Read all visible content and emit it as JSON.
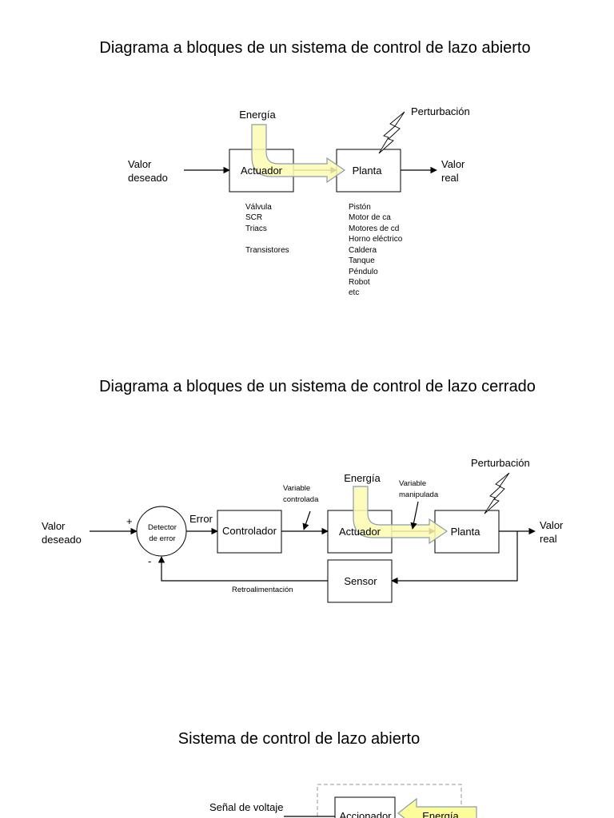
{
  "diagram1": {
    "title": "Diagrama a bloques de un sistema de control de lazo abierto",
    "input_label": [
      "Valor",
      "deseado"
    ],
    "output_label": [
      "Valor",
      "real"
    ],
    "energy_label": "Energía",
    "disturbance_label": "Perturbación",
    "actuator_label": "Actuador",
    "plant_label": "Planta",
    "actuator_examples": [
      "Válvula",
      "SCR",
      "Triacs",
      "",
      "Transistores"
    ],
    "plant_examples": [
      "Pistón",
      "Motor de ca",
      "Motores de cd",
      "Horno eléctrico",
      "Caldera",
      "Tanque",
      "Péndulo",
      "Robot",
      "etc"
    ]
  },
  "diagram2": {
    "title": "Diagrama a bloques de un sistema de control de lazo cerrado",
    "input_label": [
      "Valor",
      "deseado"
    ],
    "output_label": [
      "Valor",
      "real"
    ],
    "plus_sign": "+",
    "minus_sign": "-",
    "detector_label": [
      "Detector",
      "de error"
    ],
    "error_label": "Error",
    "controller_label": "Controlador",
    "controlled_var_label": [
      "Variable",
      "controlada"
    ],
    "manipulated_var_label": [
      "Variable",
      "manipulada"
    ],
    "energy_label": "Energía",
    "disturbance_label": "Perturbación",
    "actuator_label": "Actuador",
    "plant_label": "Planta",
    "sensor_label": "Sensor",
    "feedback_label": "Retroalimentación"
  },
  "diagram3": {
    "title": "Sistema de control de lazo abierto",
    "voltage_label": "Señal de voltaje",
    "driver_label": "Accionador",
    "energy_label": "Energía"
  },
  "colors": {
    "energy_fill": "#fdfcb0",
    "energy_stroke": "#8a9bb0"
  }
}
